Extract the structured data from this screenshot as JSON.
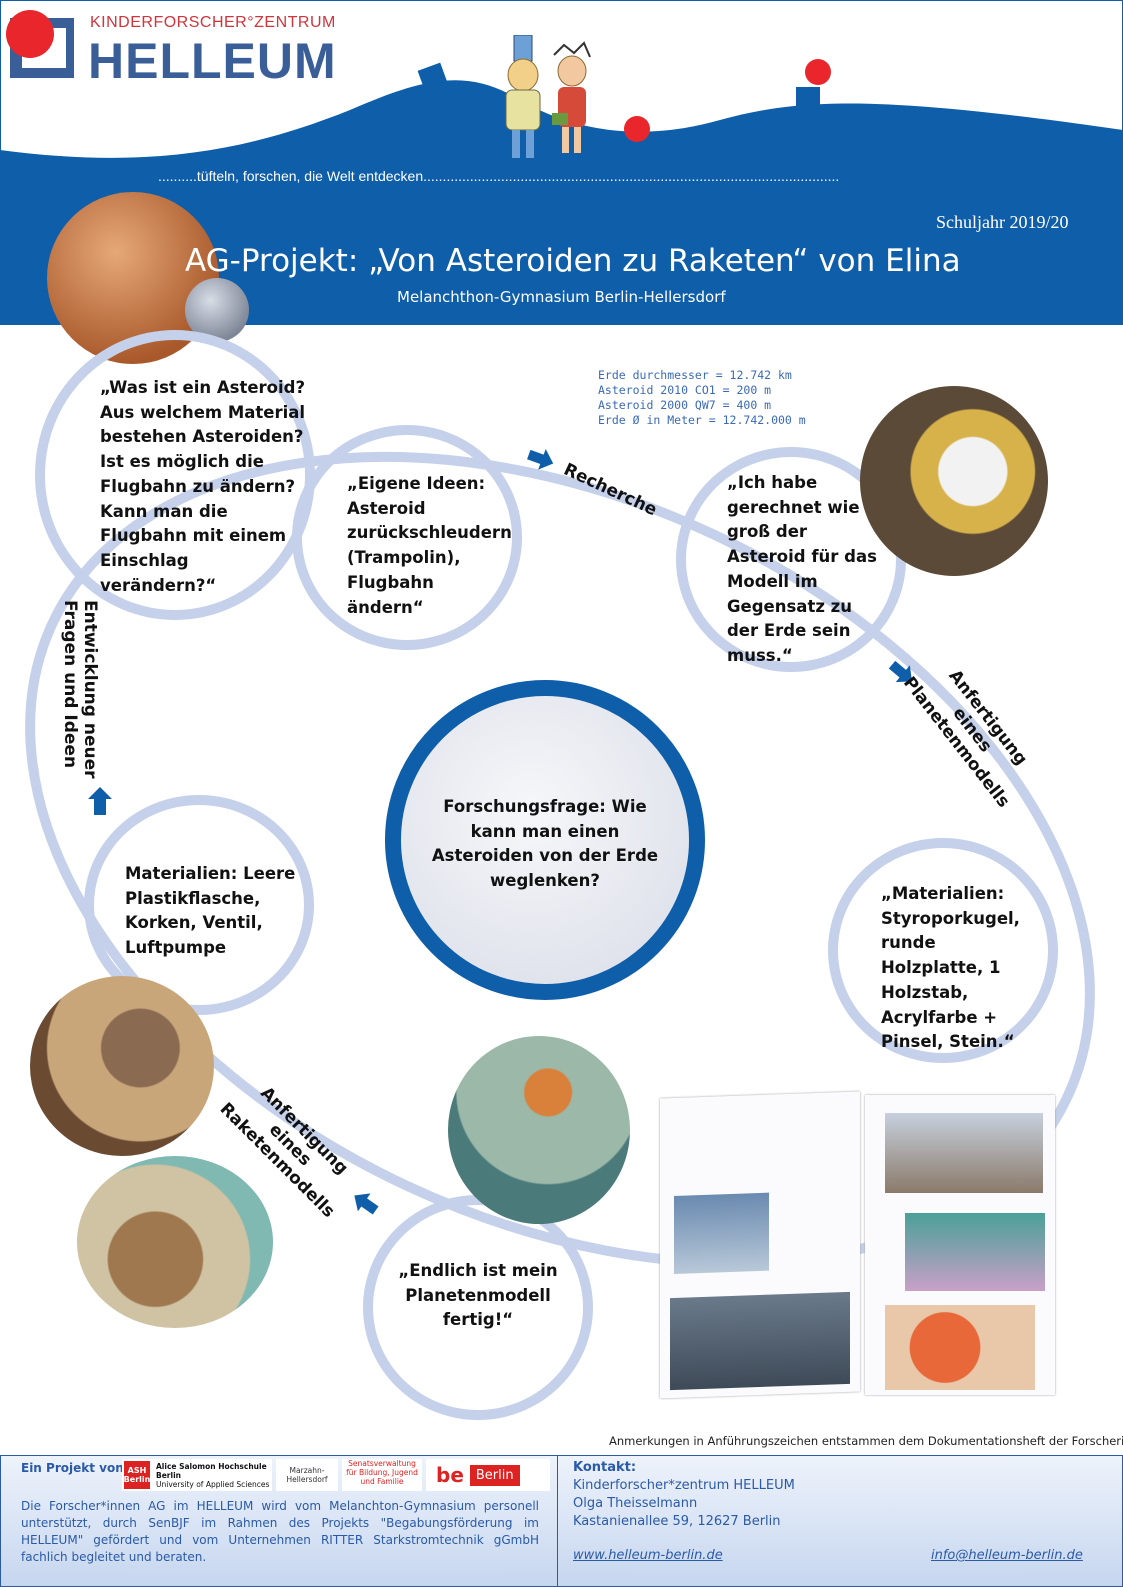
{
  "header": {
    "logo_sub": "KINDERFORSCHER°ZENTRUM",
    "logo_main": "HELLEUM",
    "slogan": "..........tüfteln, forschen, die Welt entdecken...........................................................................................................",
    "school_year": "Schuljahr 2019/20",
    "title": "AG-Projekt: „Von Asteroiden zu Raketen“ von Elina",
    "school": "Melanchthon-Gymnasium Berlin-Hellersdorf"
  },
  "bubbles": {
    "questions": "„Was ist ein Asteroid? Aus welchem Material bestehen Asteroiden? Ist es möglich die Flugbahn zu ändern? Kann man die Flugbahn mit einem Einschlag verändern?“",
    "ideas": "„Eigene Ideen: Asteroid zurückschleudern (Trampolin), Flugbahn ändern“",
    "calc": "„Ich habe gerechnet wie groß der Asteroid für das Modell im Gegensatz zu der Erde sein muss.“",
    "materials_planet": "„Materialien: Styroporkugel, runde Holzplatte, 1 Holzstab, Acrylfarbe + Pinsel, Stein.“",
    "done": "„Endlich ist mein Planetenmodell fertig!“",
    "materials_rocket": "Materialien: Leere Plastikflasche, Korken, Ventil, Luftpumpe",
    "center": "Forschungsfrage: Wie kann man einen Asteroiden von der Erde weglenken?"
  },
  "steps": {
    "recherche": "Recherche",
    "planet_l1": "Anfertigung",
    "planet_l2": "eines",
    "planet_l3": "Planetenmodells",
    "rocket_l1": "Anfertigung",
    "rocket_l2": "eines",
    "rocket_l3": "Raketenmodells",
    "dev_l1": "Entwicklung neuer",
    "dev_l2": "Fragen und Ideen"
  },
  "notes": {
    "line1": "Erde durchmesser = 12.742 km",
    "line2": "Asteroid 2010 CO1 = 200 m",
    "line3": "Asteroid 2000 QW7 = 400 m",
    "line4": "Erde Ø in Meter = 12.742.000 m"
  },
  "annotation": "Anmerkungen in Anführungszeichen entstammen dem Dokumentationsheft der Forscherin",
  "footer": {
    "project_by": "Ein Projekt von:",
    "logo_ash_badge": "ASH Berlin",
    "logo_ash": "Alice Salomon Hochschule Berlin",
    "logo_ash_sub": "University of Applied Sciences",
    "logo_mh": "Marzahn-Hellersdorf",
    "logo_sen_1": "Senatsverwaltung",
    "logo_sen_2": "für Bildung, Jugend",
    "logo_sen_3": "und Familie",
    "logo_be": "be",
    "logo_berlin": "Berlin",
    "description": "Die Forscher*innen AG im HELLEUM wird vom Melanchton-Gymnasium personell unterstützt, durch SenBJF im Rahmen des Projekts \"Begabungsförderung im HELLEUM\" gefördert und vom Unternehmen RITTER Starkstromtechnik gGmbH fachlich begleitet und beraten.",
    "contact_title": "Kontakt:",
    "contact_org": "Kinderforscher*zentrum HELLEUM",
    "contact_name": "Olga Theisselmann",
    "contact_address": "Kastanienallee 59, 12627 Berlin",
    "website": "www.helleum-berlin.de",
    "email": "info@helleum-berlin.de"
  },
  "colors": {
    "blue": "#0f5eaa",
    "red": "#e8262b",
    "bubble": "#c5d0ea"
  }
}
